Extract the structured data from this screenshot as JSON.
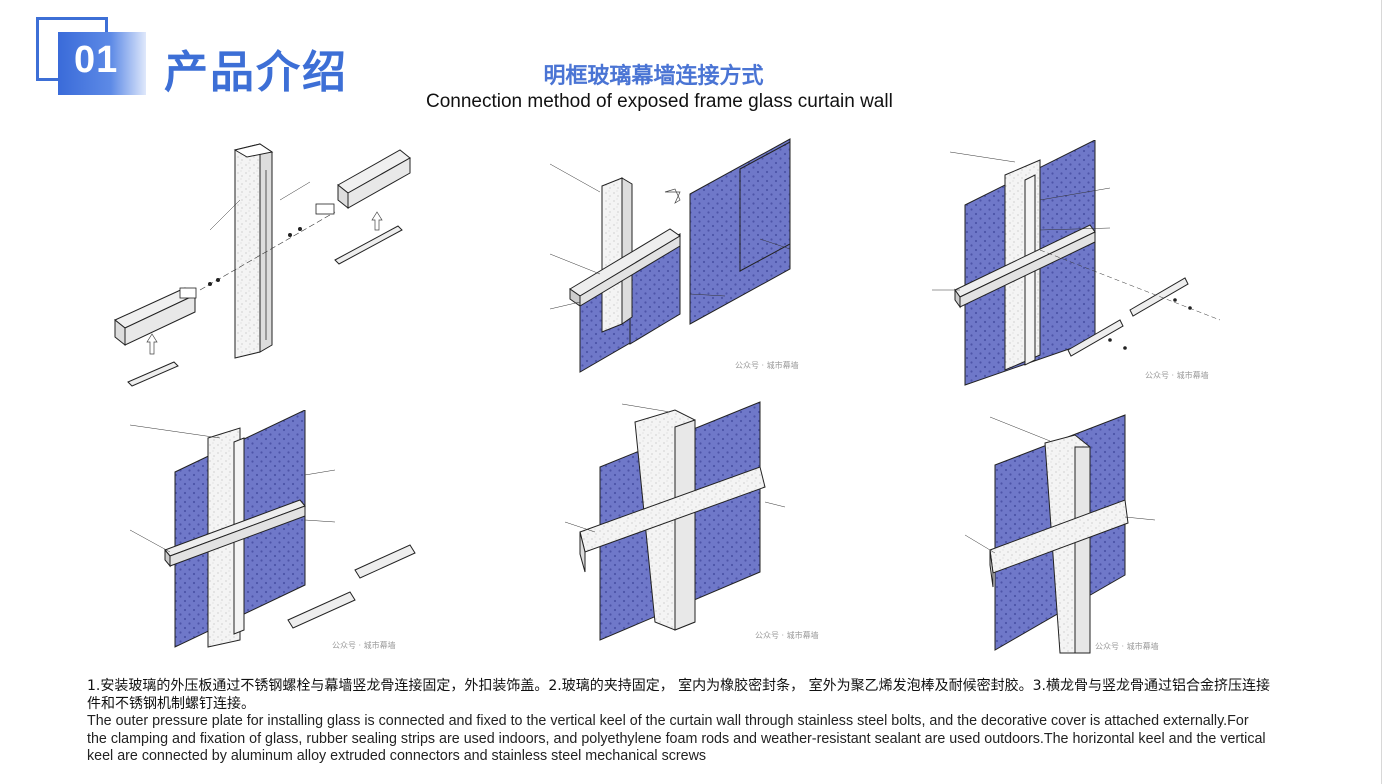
{
  "header": {
    "section_number": "01",
    "section_title": "产品介绍"
  },
  "titles": {
    "chinese": "明框玻璃幕墙连接方式",
    "english": "Connection method of exposed frame glass curtain wall"
  },
  "figures": {
    "watermark": "公众号 · 城市幕墙",
    "items": [
      {
        "id": "fig1",
        "watermark": ""
      },
      {
        "id": "fig2",
        "watermark": "公众号 · 城市幕墙"
      },
      {
        "id": "fig3",
        "watermark": "公众号 · 城市幕墙"
      },
      {
        "id": "fig4",
        "watermark": "公众号 · 城市幕墙"
      },
      {
        "id": "fig5",
        "watermark": "公众号 · 城市幕墙"
      },
      {
        "id": "fig6",
        "watermark": "公众号 · 城市幕墙"
      }
    ]
  },
  "description": {
    "chinese": "1.安装玻璃的外压板通过不锈钢螺栓与幕墙竖龙骨连接固定，外扣装饰盖。2.玻璃的夹持固定， 室内为橡胶密封条， 室外为聚乙烯发泡棒及耐候密封胶。3.横龙骨与竖龙骨通过铝合金挤压连接件和不锈钢机制螺钉连接。",
    "english": "The outer pressure plate for installing glass is connected and fixed to the vertical keel of the curtain wall through stainless steel bolts, and the decorative cover is attached externally.For the clamping and fixation of glass, rubber sealing strips are used indoors, and polyethylene foam rods and weather-resistant sealant are used outdoors.The horizontal keel and the vertical keel are connected by aluminum alloy extruded connectors and stainless steel mechanical screws"
  },
  "colors": {
    "accent": "#3d6fd6",
    "glass": "#6f78c9",
    "frame": "#f2f2f2"
  }
}
